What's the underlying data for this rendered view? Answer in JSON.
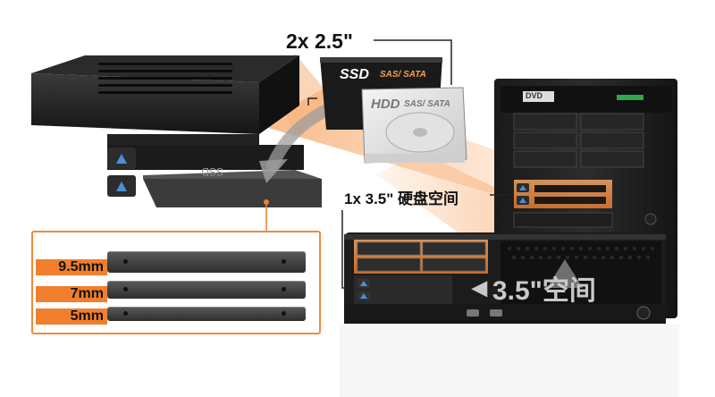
{
  "labels": {
    "drives_count": "2x 2.5\"",
    "ssd": "SSD",
    "ssd_interface": "SAS/ SATA",
    "hdd": "HDD",
    "hdd_interface": "SAS/ SATA",
    "bay_label": "1x 3.5\" 硬盘空间",
    "bay_badge": "3.5\"空间",
    "dvd_logo": "DVD"
  },
  "thicknesses": [
    "9.5mm",
    "7mm",
    "5mm"
  ],
  "colors": {
    "accent": "#f07f2e",
    "enclosure": "#1e1e1e"
  }
}
